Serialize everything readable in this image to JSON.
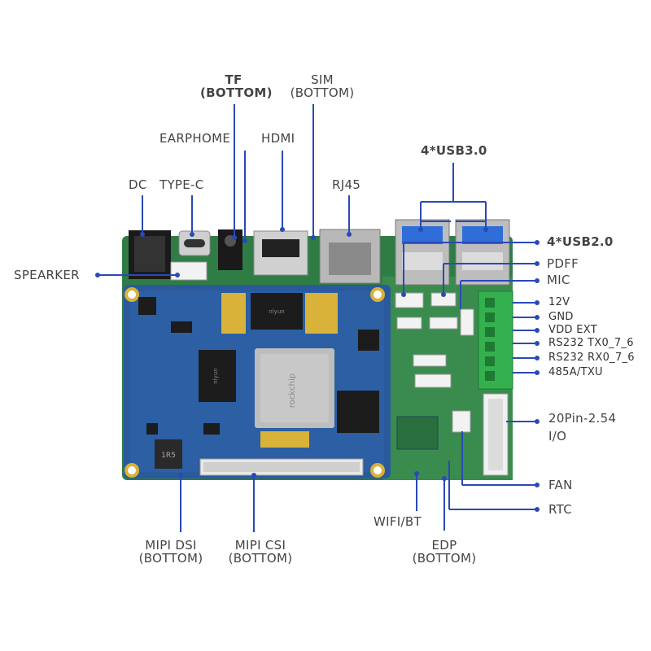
{
  "accent_color": "#2a49b8",
  "labels": {
    "tf": "TF",
    "tf_bottom": "(BOTTOM)",
    "sim": "SIM",
    "sim_bottom": "(BOTTOM)",
    "earphome": "EARPHOME",
    "hdmi": "HDMI",
    "usb30": "4*USB3.0",
    "dc": "DC",
    "typec": "TYPE-C",
    "rj45": "RJ45",
    "speaker": "SPEARKER",
    "usb20": "4*USB2.0",
    "pdff": "PDFF",
    "mic": "MIC",
    "v12": "12V",
    "gnd": "GND",
    "vdd": "VDD EXT",
    "rs232tx": "RS232 TX0_7_6",
    "rs232rx": "RS232 RX0_7_6",
    "rs485": "485A/TXU",
    "io20": "20Pin-2.54",
    "io": "I/O",
    "fan": "FAN",
    "rtc": "RTC",
    "wifi": "WIFI/BT",
    "edp": "EDP",
    "edp_bottom": "(BOTTOM)",
    "mipidsi": "MIPI DSI",
    "mipidsi_bottom": "(BOTTOM)",
    "mipicsi": "MIPI CSI",
    "mipicsi_bottom": "(BOTTOM)"
  },
  "chip_text": {
    "soc": "rockchip",
    "mem1": "nlyun",
    "mem2": "nlyun",
    "inductor": "1R5"
  }
}
